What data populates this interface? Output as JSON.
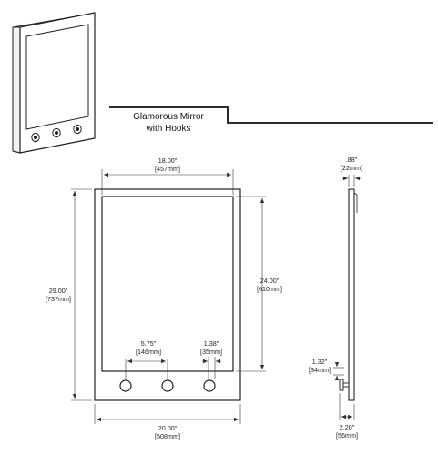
{
  "product": {
    "title_line1": "Glamorous Mirror",
    "title_line2": "with Hooks"
  },
  "front_view": {
    "overall_width": {
      "in": "20.00\"",
      "mm": "[508mm]"
    },
    "overall_height": {
      "in": "29.00\"",
      "mm": "[737mm]"
    },
    "mirror_width": {
      "in": "18.00\"",
      "mm": "[457mm]"
    },
    "mirror_height": {
      "in": "24.00\"",
      "mm": "[610mm]"
    },
    "hook_spacing": {
      "in": "5.75\"",
      "mm": "[146mm]"
    },
    "hook_edge_gap": {
      "in": "1.38\"",
      "mm": "[35mm]"
    },
    "hook_count": 3
  },
  "side_view": {
    "frame_depth": {
      "in": ".88\"",
      "mm": "[22mm]"
    },
    "hook_height": {
      "in": "1.32\"",
      "mm": "[34mm]"
    },
    "hook_projection": {
      "in": "2.20\"",
      "mm": "[56mm]"
    }
  }
}
